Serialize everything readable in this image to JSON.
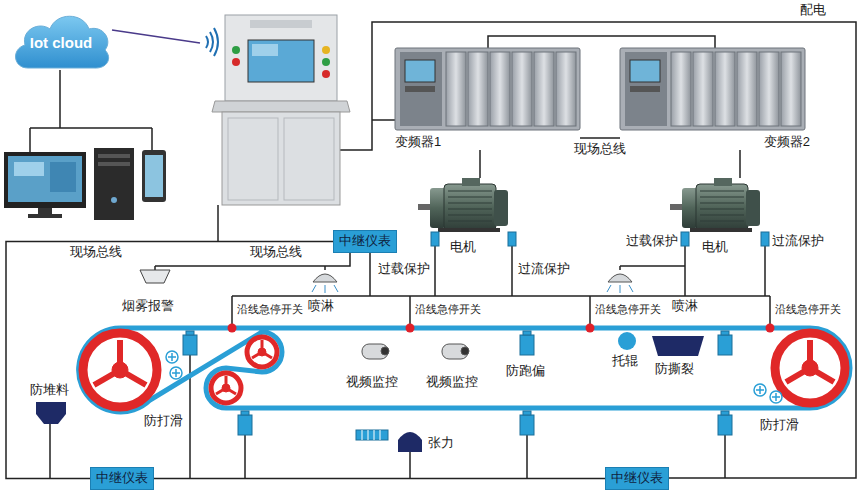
{
  "diagram": {
    "nodes": [
      {
        "text": [
          "Iot cloud"
        ]
      },
      {
        "text": [
          "变频器1"
        ]
      },
      {
        "text": [
          "变频器2"
        ]
      },
      {
        "text": [
          "电机"
        ]
      },
      {
        "text": [
          "电机"
        ]
      },
      {
        "text": [
          "中继仪表"
        ]
      },
      {
        "text": [
          "中继仪表"
        ]
      },
      {
        "text": [
          "中继仪表"
        ]
      }
    ],
    "edges": [
      {
        "from": 1,
        "to": 3,
        "arrow": "none"
      },
      {
        "from": 2,
        "to": 4,
        "arrow": "none"
      },
      {
        "from": 1,
        "to": 2,
        "label": "现场总线",
        "arrow": "none"
      },
      {
        "from": 5,
        "to": 6,
        "arrow": "none"
      },
      {
        "from": 6,
        "to": 7,
        "arrow": "none"
      }
    ],
    "labels": [
      "配电",
      "现场总线",
      "现场总线",
      "过载保护",
      "过流保护",
      "过载保护",
      "过流保护",
      "烟雾报警",
      "喷淋",
      "喷淋",
      "沿线急停开关",
      "沿线急停开关",
      "沿线急停开关",
      "沿线急停开关",
      "防打滑",
      "防堆料",
      "视频监控",
      "视频监控",
      "防跑偏",
      "托辊",
      "防撕裂",
      "防打滑",
      "张力"
    ]
  }
}
